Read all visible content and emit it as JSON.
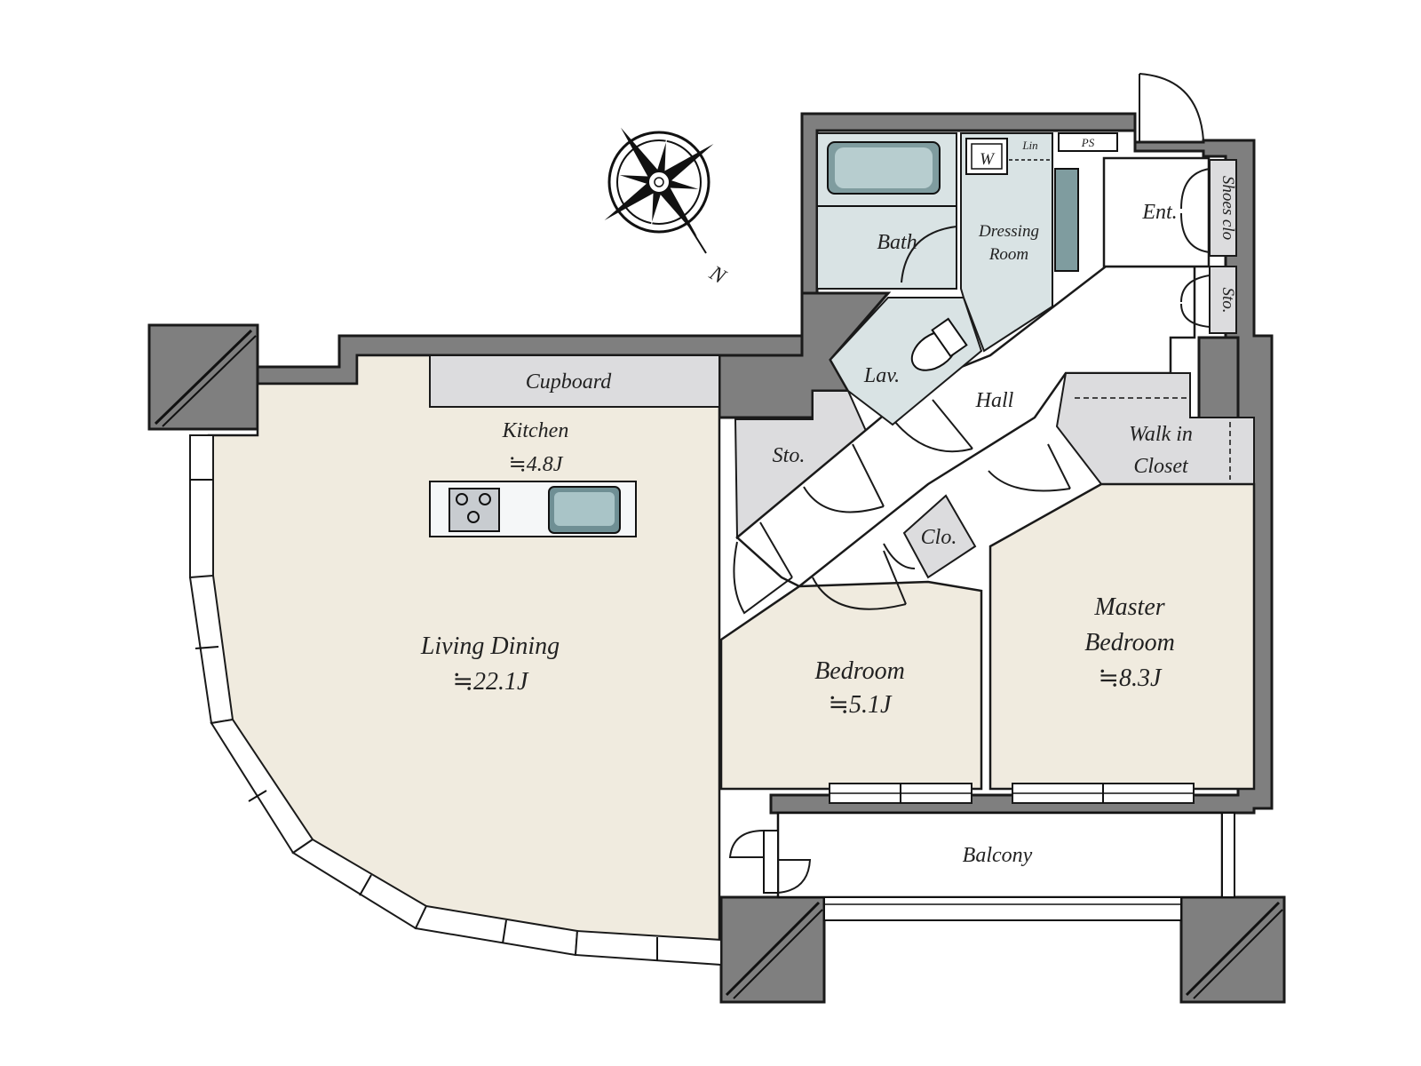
{
  "compass": {
    "north_label": "N"
  },
  "rooms": {
    "living_dining": {
      "name": "Living Dining",
      "area": "≒22.1J"
    },
    "kitchen": {
      "name": "Kitchen",
      "area": "≒4.8J"
    },
    "cupboard": {
      "name": "Cupboard"
    },
    "bedroom": {
      "name": "Bedroom",
      "area": "≒5.1J"
    },
    "master_bedroom": {
      "name_line1": "Master",
      "name_line2": "Bedroom",
      "area": "≒8.3J"
    },
    "walk_in_closet": {
      "name_line1": "Walk in",
      "name_line2": "Closet"
    },
    "hall": {
      "name": "Hall"
    },
    "storage_hall": {
      "name": "Sto."
    },
    "storage_entrance": {
      "name": "Sto."
    },
    "closet": {
      "name": "Clo."
    },
    "lavatory": {
      "name": "Lav."
    },
    "bath": {
      "name": "Bath"
    },
    "dressing_room": {
      "name_line1": "Dressing",
      "name_line2": "Room"
    },
    "washer": {
      "name": "W"
    },
    "linen": {
      "name": "Lin"
    },
    "pipe_space": {
      "name": "PS"
    },
    "entrance": {
      "name": "Ent."
    },
    "shoes_closet": {
      "name": "Shoes clo"
    },
    "balcony": {
      "name": "Balcony"
    }
  },
  "colors": {
    "living_floor": "#f0ebdf",
    "wet_area": "#d9e3e4",
    "storage": "#dcdcde",
    "wall": "#7f7f7f"
  }
}
